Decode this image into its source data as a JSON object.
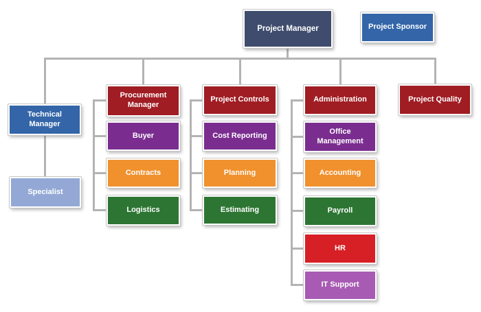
{
  "palette": {
    "dark_slate_blue": "#3f4c6e",
    "blue": "#3365a8",
    "light_blue": "#93a8d5",
    "dark_red": "#a01d23",
    "purple": "#7a2d8f",
    "orange": "#f0912e",
    "green": "#2d7533",
    "bright_red": "#d71f26",
    "light_purple": "#a75bb3",
    "connector_gray": "#b3b3b3",
    "text_color": "#ffffff"
  },
  "nodes": {
    "project_manager": {
      "label": "Project Manager"
    },
    "project_sponsor": {
      "label": "Project Sponsor"
    },
    "technical_manager": {
      "label": "Technical Manager"
    },
    "specialist": {
      "label": "Specialist"
    },
    "procurement_manager": {
      "label": "Procurement Manager"
    },
    "buyer": {
      "label": "Buyer"
    },
    "contracts": {
      "label": "Contracts"
    },
    "logistics": {
      "label": "Logistics"
    },
    "project_controls": {
      "label": "Project Controls"
    },
    "cost_reporting": {
      "label": "Cost Reporting"
    },
    "planning": {
      "label": "Planning"
    },
    "estimating": {
      "label": "Estimating"
    },
    "administration": {
      "label": "Administration"
    },
    "office_management": {
      "label": "Office Management"
    },
    "accounting": {
      "label": "Accounting"
    },
    "payroll": {
      "label": "Payroll"
    },
    "hr": {
      "label": "HR"
    },
    "it_support": {
      "label": "IT Support"
    },
    "project_quality": {
      "label": "Project Quality"
    }
  },
  "hierarchy": {
    "project_manager_reports": [
      "Technical Manager",
      "Procurement Manager",
      "Project Controls",
      "Administration",
      "Project Quality"
    ],
    "technical_manager_reports": [
      "Specialist"
    ],
    "procurement_manager_reports": [
      "Buyer",
      "Contracts",
      "Logistics"
    ],
    "project_controls_reports": [
      "Cost Reporting",
      "Planning",
      "Estimating"
    ],
    "administration_reports": [
      "Office Management",
      "Accounting",
      "Payroll",
      "HR",
      "IT Support"
    ],
    "standalone": [
      "Project Sponsor"
    ]
  }
}
